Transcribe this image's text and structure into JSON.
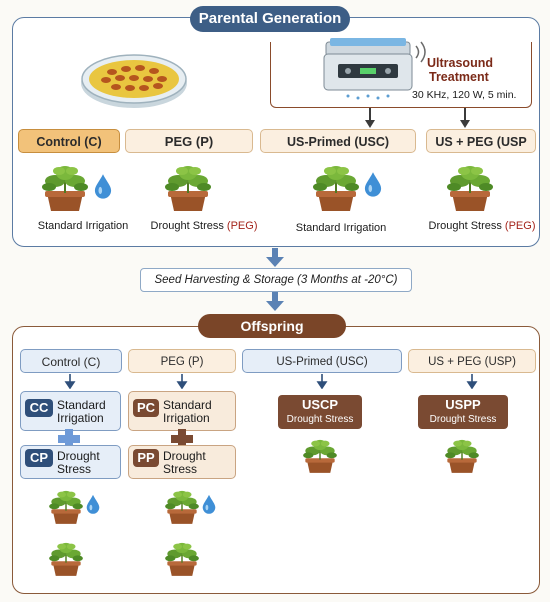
{
  "parental": {
    "title": "Parental Generation",
    "ultrasound": {
      "title_line1": "Ultrasound",
      "title_line2": "Treatment",
      "params": "30 KHz, 120 W, 5 min."
    },
    "groups": [
      {
        "label": "Control (C)",
        "caption": "Standard Irrigation",
        "caption_suffix": ""
      },
      {
        "label": "PEG (P)",
        "caption": "Drought Stress ",
        "caption_suffix": "(PEG)"
      },
      {
        "label": "US-Primed (USC)",
        "caption": "Standard Irrigation",
        "caption_suffix": ""
      },
      {
        "label": "US + PEG (USP",
        "caption": "Drought Stress ",
        "caption_suffix": "(PEG)"
      }
    ]
  },
  "harvest": "Seed Harvesting & Storage (3 Months at -20°C)",
  "offspring": {
    "title": "Offspring",
    "columns": [
      {
        "label": "Control (C)"
      },
      {
        "label": "PEG (P)"
      },
      {
        "label": "US-Primed (USC)"
      },
      {
        "label": "US + PEG (USP)"
      }
    ],
    "cc": {
      "code": "CC",
      "line1": "Standard",
      "line2": "Irrigation"
    },
    "cp": {
      "code": "CP",
      "line1": "Drought",
      "line2": "Stress"
    },
    "pc": {
      "code": "PC",
      "line1": "Standard",
      "line2": "Irrigation"
    },
    "pp": {
      "code": "PP",
      "line1": "Drought",
      "line2": "Stress"
    },
    "uscp": {
      "code": "USCP",
      "sub": "Drought Stress"
    },
    "uspp": {
      "code": "USPP",
      "sub": "Drought Stress"
    }
  },
  "colors": {
    "blue": "#3d5e86",
    "brown": "#7a4528",
    "peg_red": "#a3241b",
    "control_orange": "#f2c27a"
  }
}
